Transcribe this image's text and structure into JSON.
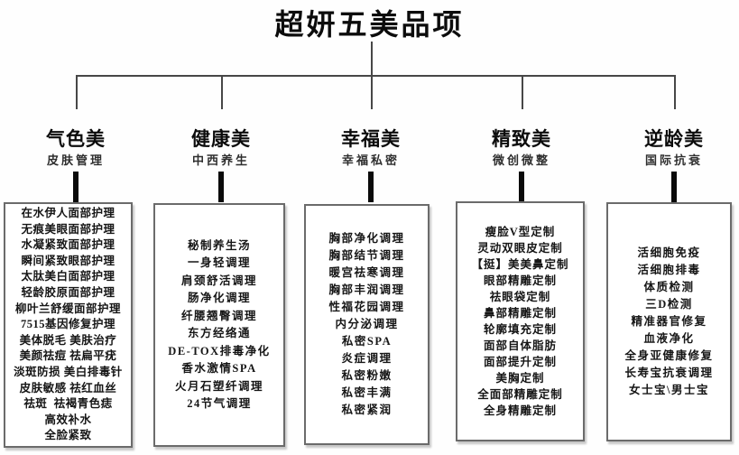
{
  "title": "超妍五美品项",
  "branches": [
    {
      "name": "气色美",
      "subtitle": "皮肤管理",
      "items": [
        "在水伊人面部护理",
        "无痕美眼面部护理",
        "水凝紧致面部护理",
        "瞬间紧致眼部护理",
        "太肽美白面部护理",
        "轻龄胶原面部护理",
        "柳叶兰舒缓面部护理",
        "7515基因修复护理",
        "美体脱毛 美肤治疗",
        "美颜祛痘 祛扁平疣",
        "淡斑防损 美白排毒针",
        "皮肤敏感 祛红血丝",
        "祛斑  祛褐青色痣",
        "高效补水",
        "全脸紧致"
      ]
    },
    {
      "name": "健康美",
      "subtitle": "中西养生",
      "items": [
        "秘制养生汤",
        "一身轻调理",
        "肩颈舒活调理",
        "肠净化调理",
        "纤腰翘臀调理",
        "东方经络通",
        "DE-TOX排毒净化",
        "香水激情SPA",
        "火月石塑纤调理",
        "24节气调理"
      ]
    },
    {
      "name": "幸福美",
      "subtitle": "幸福私密",
      "items": [
        "胸部净化调理",
        "胸部结节调理",
        "暖宫祛寒调理",
        "胸部丰润调理",
        "性福花园调理",
        "内分泌调理",
        "私密SPA",
        "炎症调理",
        "私密粉嫩",
        "私密丰满",
        "私密紧润"
      ]
    },
    {
      "name": "精致美",
      "subtitle": "微创微整",
      "items": [
        "瘦脸V型定制",
        "灵动双眼皮定制",
        "【挺】美美鼻定制",
        "眼部精雕定制",
        "祛眼袋定制",
        "鼻部精雕定制",
        "轮廓填充定制",
        "面部自体脂肪",
        "面部提升定制",
        "美胸定制",
        "全面部精雕定制",
        "全身精雕定制"
      ]
    },
    {
      "name": "逆龄美",
      "subtitle": "国际抗衰",
      "items": [
        "活细胞免疫",
        "活细胞排毒",
        "体质检测",
        "三D检测",
        "精准器官修复",
        "血液净化",
        "全身亚健康修复",
        "长寿宝抗衰调理",
        "女士宝\\男士宝"
      ]
    }
  ]
}
